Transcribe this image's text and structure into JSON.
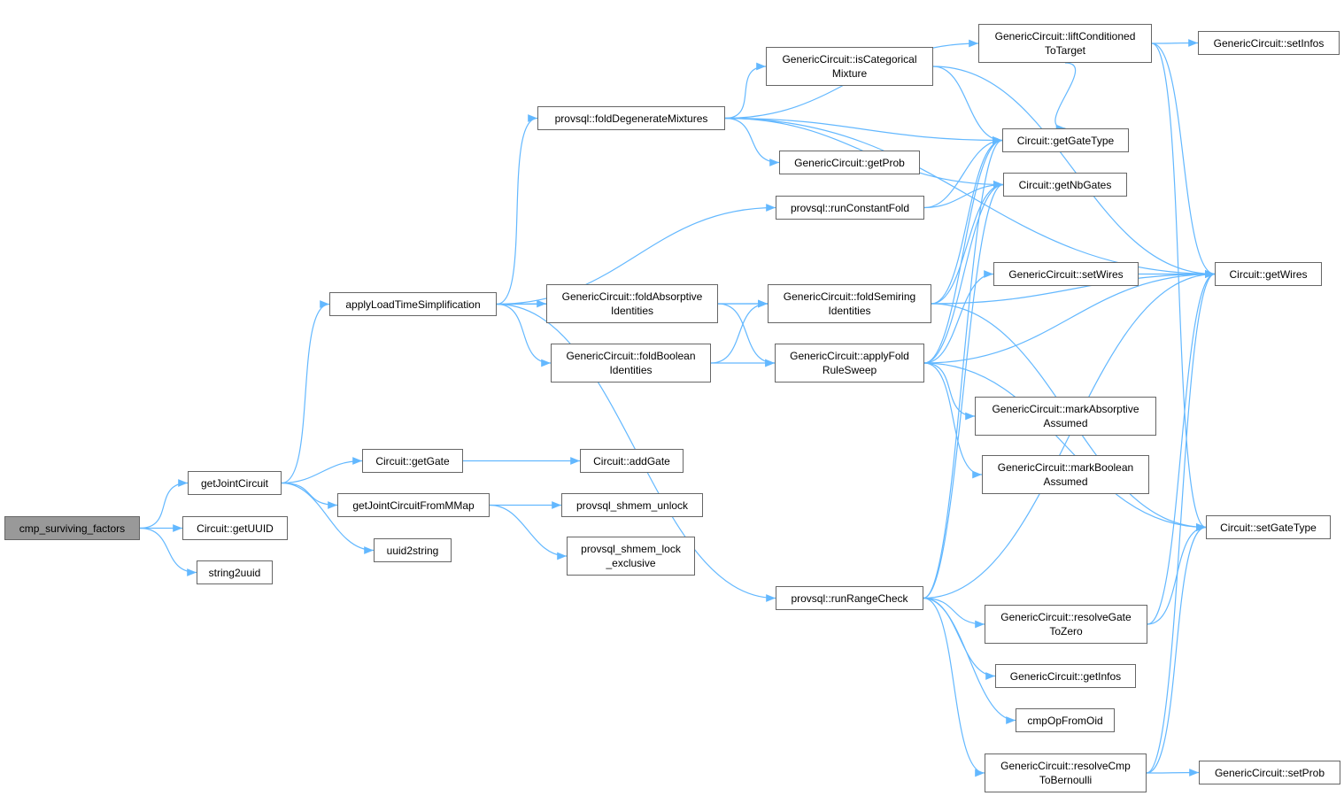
{
  "colors": {
    "edge": "#63b8ff",
    "node_border": "#666666",
    "root_fill": "#999999",
    "node_fill": "#ffffff"
  },
  "nodes": [
    {
      "id": "cmp_surviving_factors",
      "lines": [
        "cmp_surviving_factors"
      ],
      "root": true
    },
    {
      "id": "getJointCircuit",
      "lines": [
        "getJointCircuit"
      ]
    },
    {
      "id": "Circuit_getUUID",
      "lines": [
        "Circuit::getUUID"
      ]
    },
    {
      "id": "string2uuid",
      "lines": [
        "string2uuid"
      ]
    },
    {
      "id": "applyLoadTimeSimplification",
      "lines": [
        "applyLoadTimeSimplification"
      ]
    },
    {
      "id": "Circuit_getGate",
      "lines": [
        "Circuit::getGate"
      ]
    },
    {
      "id": "getJointCircuitFromMMap",
      "lines": [
        "getJointCircuitFromMMap"
      ]
    },
    {
      "id": "uuid2string",
      "lines": [
        "uuid2string"
      ]
    },
    {
      "id": "Circuit_addGate",
      "lines": [
        "Circuit::addGate"
      ]
    },
    {
      "id": "provsql_shmem_unlock",
      "lines": [
        "provsql_shmem_unlock"
      ]
    },
    {
      "id": "provsql_shmem_lock_exclusive",
      "lines": [
        "provsql_shmem_lock",
        "_exclusive"
      ]
    },
    {
      "id": "provsql_foldDegenerateMixtures",
      "lines": [
        "provsql::foldDegenerateMixtures"
      ]
    },
    {
      "id": "GenericCircuit_foldAbsorptiveIdentities",
      "lines": [
        "GenericCircuit::foldAbsorptive",
        "Identities"
      ]
    },
    {
      "id": "GenericCircuit_foldBooleanIdentities",
      "lines": [
        "GenericCircuit::foldBoolean",
        "Identities"
      ]
    },
    {
      "id": "GenericCircuit_isCategoricalMixture",
      "lines": [
        "GenericCircuit::isCategorical",
        "Mixture"
      ]
    },
    {
      "id": "GenericCircuit_getProb",
      "lines": [
        "GenericCircuit::getProb"
      ]
    },
    {
      "id": "provsql_runConstantFold",
      "lines": [
        "provsql::runConstantFold"
      ]
    },
    {
      "id": "GenericCircuit_foldSemiringIdentities",
      "lines": [
        "GenericCircuit::foldSemiring",
        "Identities"
      ]
    },
    {
      "id": "GenericCircuit_applyFoldRuleSweep",
      "lines": [
        "GenericCircuit::applyFold",
        "RuleSweep"
      ]
    },
    {
      "id": "provsql_runRangeCheck",
      "lines": [
        "provsql::runRangeCheck"
      ]
    },
    {
      "id": "GenericCircuit_liftConditionedToTarget",
      "lines": [
        "GenericCircuit::liftConditioned",
        "ToTarget"
      ]
    },
    {
      "id": "Circuit_getGateType",
      "lines": [
        "Circuit::getGateType"
      ]
    },
    {
      "id": "Circuit_getNbGates",
      "lines": [
        "Circuit::getNbGates"
      ]
    },
    {
      "id": "GenericCircuit_setWires",
      "lines": [
        "GenericCircuit::setWires"
      ]
    },
    {
      "id": "GenericCircuit_markAbsorptiveAssumed",
      "lines": [
        "GenericCircuit::markAbsorptive",
        "Assumed"
      ]
    },
    {
      "id": "GenericCircuit_markBooleanAssumed",
      "lines": [
        "GenericCircuit::markBoolean",
        "Assumed"
      ]
    },
    {
      "id": "GenericCircuit_resolveGateToZero",
      "lines": [
        "GenericCircuit::resolveGate",
        "ToZero"
      ]
    },
    {
      "id": "GenericCircuit_getInfos",
      "lines": [
        "GenericCircuit::getInfos"
      ]
    },
    {
      "id": "cmpOpFromOid",
      "lines": [
        "cmpOpFromOid"
      ]
    },
    {
      "id": "GenericCircuit_resolveCmpToBernoulli",
      "lines": [
        "GenericCircuit::resolveCmp",
        "ToBernoulli"
      ]
    },
    {
      "id": "GenericCircuit_setInfos",
      "lines": [
        "GenericCircuit::setInfos"
      ]
    },
    {
      "id": "Circuit_getWires",
      "lines": [
        "Circuit::getWires"
      ]
    },
    {
      "id": "Circuit_setGateType",
      "lines": [
        "Circuit::setGateType"
      ]
    },
    {
      "id": "GenericCircuit_setProb",
      "lines": [
        "GenericCircuit::setProb"
      ]
    }
  ],
  "edges": [
    [
      "cmp_surviving_factors",
      "getJointCircuit"
    ],
    [
      "cmp_surviving_factors",
      "Circuit_getUUID"
    ],
    [
      "cmp_surviving_factors",
      "string2uuid"
    ],
    [
      "getJointCircuit",
      "applyLoadTimeSimplification"
    ],
    [
      "getJointCircuit",
      "Circuit_getGate"
    ],
    [
      "getJointCircuit",
      "getJointCircuitFromMMap"
    ],
    [
      "getJointCircuit",
      "uuid2string"
    ],
    [
      "Circuit_getGate",
      "Circuit_addGate"
    ],
    [
      "getJointCircuitFromMMap",
      "provsql_shmem_unlock"
    ],
    [
      "getJointCircuitFromMMap",
      "provsql_shmem_lock_exclusive"
    ],
    [
      "applyLoadTimeSimplification",
      "provsql_foldDegenerateMixtures"
    ],
    [
      "applyLoadTimeSimplification",
      "provsql_runConstantFold"
    ],
    [
      "applyLoadTimeSimplification",
      "GenericCircuit_foldSemiringIdentities"
    ],
    [
      "applyLoadTimeSimplification",
      "GenericCircuit_foldAbsorptiveIdentities"
    ],
    [
      "applyLoadTimeSimplification",
      "GenericCircuit_foldBooleanIdentities"
    ],
    [
      "applyLoadTimeSimplification",
      "provsql_runRangeCheck"
    ],
    [
      "provsql_foldDegenerateMixtures",
      "GenericCircuit_isCategoricalMixture"
    ],
    [
      "provsql_foldDegenerateMixtures",
      "GenericCircuit_liftConditionedToTarget"
    ],
    [
      "provsql_foldDegenerateMixtures",
      "Circuit_getWires"
    ],
    [
      "provsql_foldDegenerateMixtures",
      "Circuit_getGateType"
    ],
    [
      "provsql_foldDegenerateMixtures",
      "GenericCircuit_getProb"
    ],
    [
      "provsql_foldDegenerateMixtures",
      "Circuit_getNbGates"
    ],
    [
      "GenericCircuit_isCategoricalMixture",
      "Circuit_getGateType"
    ],
    [
      "GenericCircuit_isCategoricalMixture",
      "Circuit_getWires"
    ],
    [
      "GenericCircuit_liftConditionedToTarget",
      "GenericCircuit_setInfos"
    ],
    [
      "GenericCircuit_liftConditionedToTarget",
      "Circuit_getWires"
    ],
    [
      "GenericCircuit_liftConditionedToTarget",
      "Circuit_getGateType"
    ],
    [
      "GenericCircuit_liftConditionedToTarget",
      "Circuit_setGateType"
    ],
    [
      "provsql_runConstantFold",
      "Circuit_getGateType"
    ],
    [
      "provsql_runConstantFold",
      "Circuit_getNbGates"
    ],
    [
      "GenericCircuit_foldAbsorptiveIdentities",
      "GenericCircuit_foldSemiringIdentities"
    ],
    [
      "GenericCircuit_foldAbsorptiveIdentities",
      "GenericCircuit_applyFoldRuleSweep"
    ],
    [
      "GenericCircuit_foldBooleanIdentities",
      "GenericCircuit_foldSemiringIdentities"
    ],
    [
      "GenericCircuit_foldBooleanIdentities",
      "GenericCircuit_applyFoldRuleSweep"
    ],
    [
      "GenericCircuit_foldSemiringIdentities",
      "Circuit_getGateType"
    ],
    [
      "GenericCircuit_foldSemiringIdentities",
      "Circuit_getNbGates"
    ],
    [
      "GenericCircuit_foldSemiringIdentities",
      "Circuit_getWires"
    ],
    [
      "GenericCircuit_foldSemiringIdentities",
      "Circuit_setGateType"
    ],
    [
      "GenericCircuit_applyFoldRuleSweep",
      "Circuit_getGateType"
    ],
    [
      "GenericCircuit_applyFoldRuleSweep",
      "Circuit_getNbGates"
    ],
    [
      "GenericCircuit_applyFoldRuleSweep",
      "GenericCircuit_setWires"
    ],
    [
      "GenericCircuit_applyFoldRuleSweep",
      "Circuit_getWires"
    ],
    [
      "GenericCircuit_applyFoldRuleSweep",
      "GenericCircuit_markAbsorptiveAssumed"
    ],
    [
      "GenericCircuit_applyFoldRuleSweep",
      "GenericCircuit_markBooleanAssumed"
    ],
    [
      "GenericCircuit_applyFoldRuleSweep",
      "Circuit_setGateType"
    ],
    [
      "GenericCircuit_setWires",
      "Circuit_getWires"
    ],
    [
      "provsql_runRangeCheck",
      "Circuit_getGateType"
    ],
    [
      "provsql_runRangeCheck",
      "Circuit_getNbGates"
    ],
    [
      "provsql_runRangeCheck",
      "Circuit_getWires"
    ],
    [
      "provsql_runRangeCheck",
      "GenericCircuit_resolveGateToZero"
    ],
    [
      "provsql_runRangeCheck",
      "GenericCircuit_getInfos"
    ],
    [
      "provsql_runRangeCheck",
      "cmpOpFromOid"
    ],
    [
      "provsql_runRangeCheck",
      "GenericCircuit_resolveCmpToBernoulli"
    ],
    [
      "GenericCircuit_resolveGateToZero",
      "Circuit_getWires"
    ],
    [
      "GenericCircuit_resolveGateToZero",
      "Circuit_setGateType"
    ],
    [
      "GenericCircuit_resolveCmpToBernoulli",
      "Circuit_getWires"
    ],
    [
      "GenericCircuit_resolveCmpToBernoulli",
      "Circuit_setGateType"
    ],
    [
      "GenericCircuit_resolveCmpToBernoulli",
      "GenericCircuit_setProb"
    ]
  ]
}
